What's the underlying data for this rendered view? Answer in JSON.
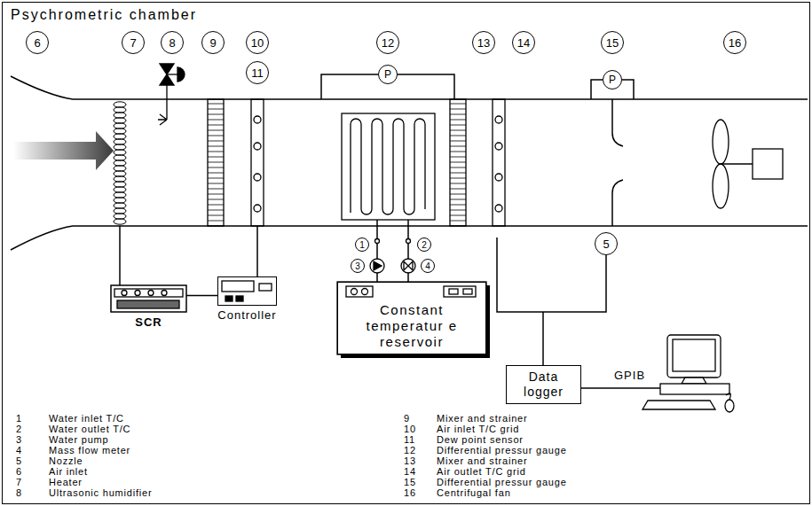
{
  "diagram": {
    "title": "Psychrometric chamber",
    "nodes": [
      {
        "text": [
          "SCR"
        ]
      },
      {
        "text": [
          "Controller"
        ]
      },
      {
        "text": [
          "Constant temperatur e reservoir"
        ]
      },
      {
        "text": [
          "Data logger"
        ]
      }
    ],
    "edges": [
      {
        "from": 0,
        "to": 1,
        "arrow": "none"
      }
    ],
    "labels": [
      "6",
      "7",
      "8",
      "9",
      "10",
      "11",
      "12",
      "13",
      "14",
      "15",
      "16",
      "P",
      "P",
      "1",
      "2",
      "3",
      "4",
      "5",
      "GPIB",
      "1",
      "Water inlet T/C",
      "2",
      "Water outlet T/C",
      "3",
      "Water pump",
      "4",
      "Mass flow meter",
      "5",
      "Nozzle",
      "6",
      "Air inlet",
      "7",
      "Heater",
      "8",
      "Ultrasonic humidifier",
      "9",
      "Mixer and strainer",
      "10",
      "Air inlet T/C grid",
      "11",
      "Dew point sensor",
      "12",
      "Differential pressur gauge",
      "13",
      "Mixer and strainer",
      "14",
      "Air outlet T/C grid",
      "15",
      "Differential pressur gauge",
      "16",
      "Centrifugal fan"
    ]
  }
}
